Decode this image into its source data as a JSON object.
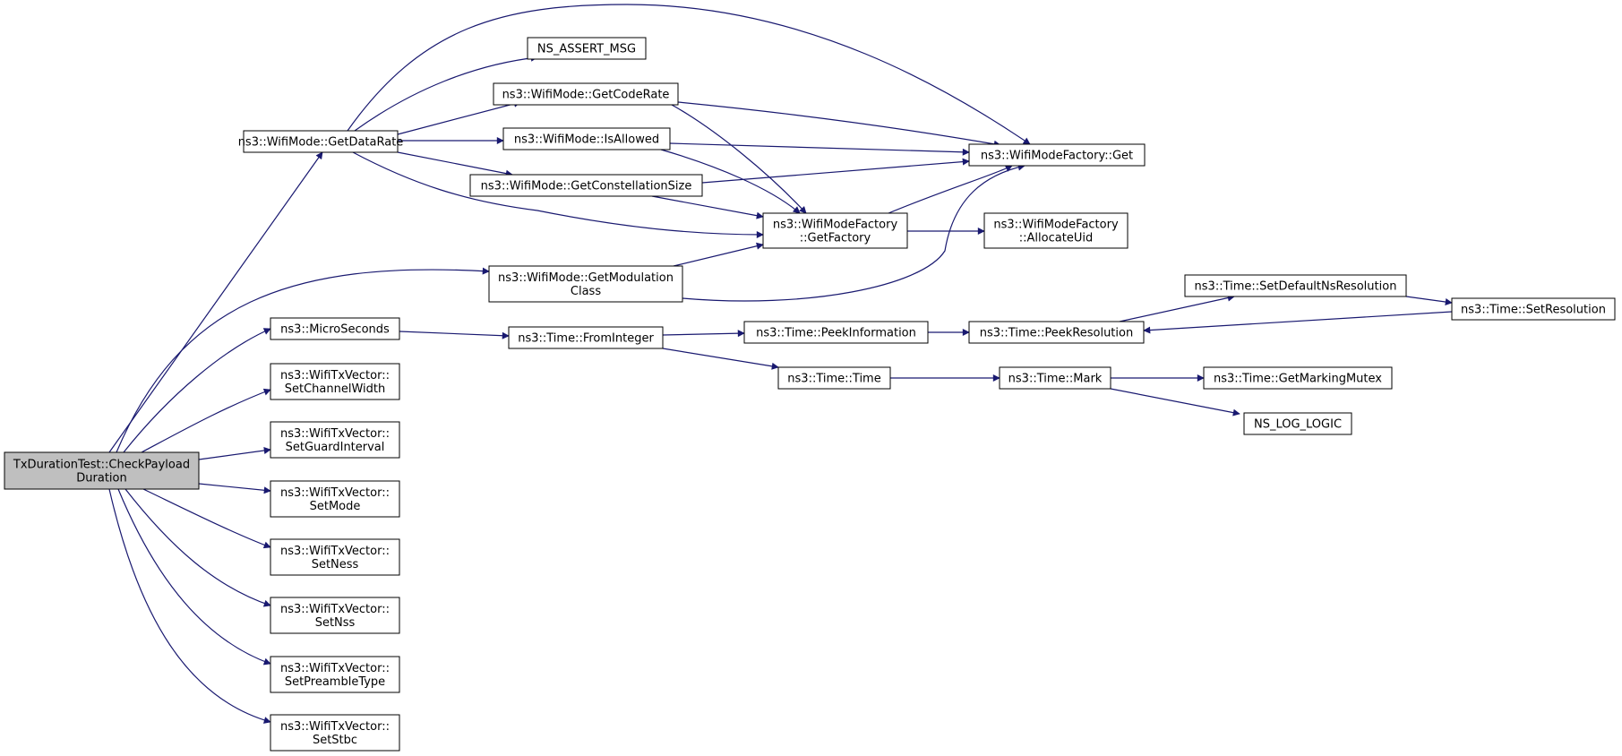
{
  "graph": {
    "colors": {
      "edge": "#191970",
      "node_border": "#000000",
      "node_fill": "#ffffff",
      "root_fill": "#bfbfbf"
    },
    "nodes": {
      "root": [
        "TxDurationTest::CheckPayload",
        "Duration"
      ],
      "getDataRate": [
        "ns3::WifiMode::GetDataRate"
      ],
      "nsAssertMsg": [
        "NS_ASSERT_MSG"
      ],
      "getCodeRate": [
        "ns3::WifiMode::GetCodeRate"
      ],
      "isAllowed": [
        "ns3::WifiMode::IsAllowed"
      ],
      "factoryGet": [
        "ns3::WifiModeFactory::Get"
      ],
      "getConstellationSize": [
        "ns3::WifiMode::GetConstellationSize"
      ],
      "getFactory": [
        "ns3::WifiModeFactory",
        "::GetFactory"
      ],
      "allocateUid": [
        "ns3::WifiModeFactory",
        "::AllocateUid"
      ],
      "getModulationClass": [
        "ns3::WifiMode::GetModulation",
        "Class"
      ],
      "setDefaultNsResolution": [
        "ns3::Time::SetDefaultNsResolution"
      ],
      "setResolution": [
        "ns3::Time::SetResolution"
      ],
      "microSeconds": [
        "ns3::MicroSeconds"
      ],
      "fromInteger": [
        "ns3::Time::FromInteger"
      ],
      "peekInformation": [
        "ns3::Time::PeekInformation"
      ],
      "peekResolution": [
        "ns3::Time::PeekResolution"
      ],
      "timeTime": [
        "ns3::Time::Time"
      ],
      "timeMark": [
        "ns3::Time::Mark"
      ],
      "getMarkingMutex": [
        "ns3::Time::GetMarkingMutex"
      ],
      "nsLogLogic": [
        "NS_LOG_LOGIC"
      ],
      "setChannelWidth": [
        "ns3::WifiTxVector::",
        "SetChannelWidth"
      ],
      "setGuardInterval": [
        "ns3::WifiTxVector::",
        "SetGuardInterval"
      ],
      "setMode": [
        "ns3::WifiTxVector::",
        "SetMode"
      ],
      "setNess": [
        "ns3::WifiTxVector::",
        "SetNess"
      ],
      "setNss": [
        "ns3::WifiTxVector::",
        "SetNss"
      ],
      "setPreambleType": [
        "ns3::WifiTxVector::",
        "SetPreambleType"
      ],
      "setStbc": [
        "ns3::WifiTxVector::",
        "SetStbc"
      ]
    }
  }
}
